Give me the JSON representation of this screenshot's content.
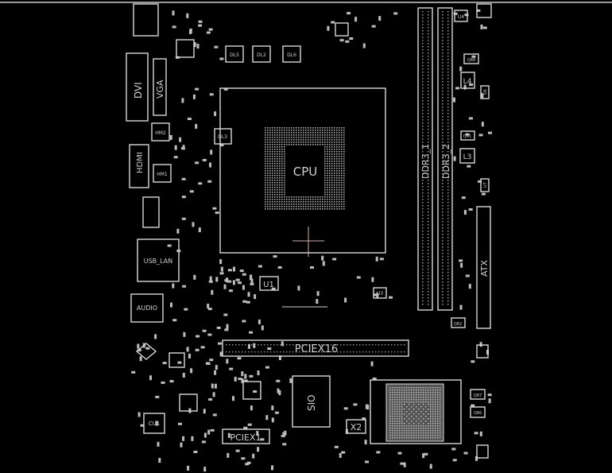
{
  "colors": {
    "background": "#000000",
    "outline": "#d8d8d8",
    "pad": "#bdbdbd",
    "crosshair": "#d0b0b0"
  },
  "components": {
    "cpu": "CPU",
    "ddr1": "DDR3_1",
    "ddr2": "DDR3_2",
    "atx": "ATX",
    "pciex16": "PCIEX16",
    "pciex1": "PCIEX1",
    "sio": "SIO",
    "x2": "X2",
    "dvi": "DVI",
    "vga": "VGA",
    "hdmi": "HDMI",
    "hm1": "HM1",
    "hm2": "HM2",
    "usb_lan": "USB_LAN",
    "audio": "AUDIO",
    "cu1": "CU1",
    "u1": "U1",
    "u3": "U3",
    "u4": "U4",
    "u6": "U6",
    "u7": "U7",
    "l3": "L3",
    "l4": "L4",
    "dl5": "DL5",
    "dl2": "DL2",
    "dl6": "DL6",
    "dl3": "DL3",
    "q88": "Q88",
    "q82": "Q82",
    "q87": "Q87",
    "q86": "Q86",
    "q41": "Q41"
  }
}
